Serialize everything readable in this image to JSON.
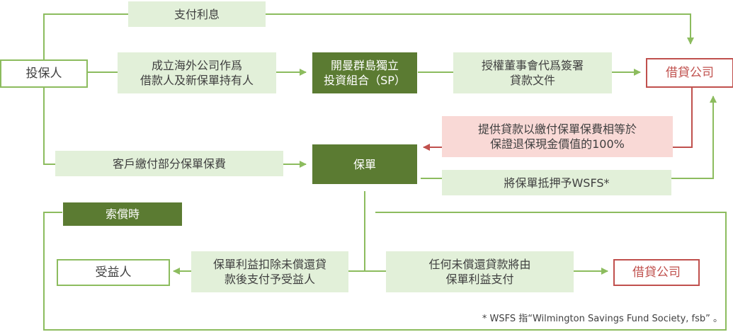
{
  "nodes": {
    "policyholder": "投保人",
    "interest_payment": "支付利息",
    "set_up_company": [
      "成立海外公司作爲",
      "借款人及新保單持有人"
    ],
    "sp": [
      "開曼群島獨立",
      "投資組合（SP）"
    ],
    "authorize_board": [
      "授權董事會代爲簽署",
      "貸款文件"
    ],
    "lender_top": "借貸公司",
    "provide_loan": [
      "提供貸款以繳付保單保費相等於",
      "保證退保現金價值的100%"
    ],
    "client_pays": "客戶繳付部分保單保費",
    "policy": "保單",
    "pledge": "將保單抵押予WSFS*",
    "claim_time": "索償時",
    "beneficiary": "受益人",
    "deduct_pay": [
      "保單利益扣除未償還貸",
      "款後支付予受益人"
    ],
    "outstanding": [
      "任何未償還貸款將由",
      "保單利益支付"
    ],
    "lender_bottom": "借貸公司"
  },
  "footnote": "* WSFS 指“Wilmington Savings Fund Society, fsb” 。",
  "colors": {
    "light_green": "#e2f0d9",
    "dark_green": "#5b7b32",
    "line_green": "#8cbc5e",
    "red": "#c0504d",
    "pink": "#f9d9d6"
  }
}
